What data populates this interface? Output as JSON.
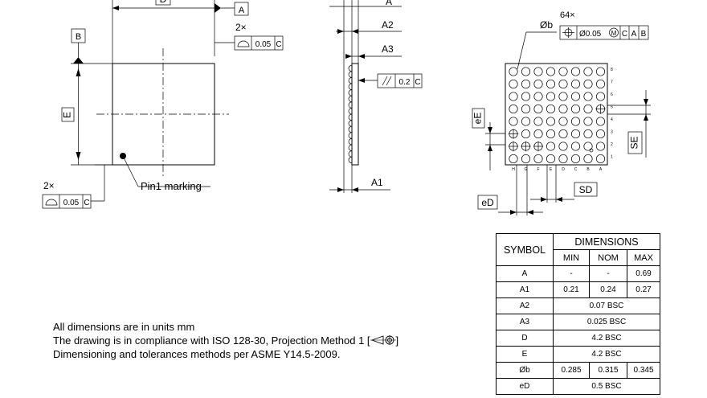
{
  "labels": {
    "datum_a": "A",
    "datum_b": "B",
    "dim_d": "D",
    "dim_e": "E",
    "qty_2x_top": "2×",
    "qty_2x_bottom": "2×",
    "flatness_tol_top": "0.05",
    "flatness_tol_bottom": "0.05",
    "flatness_ref_top": "C",
    "flatness_ref_bottom": "C",
    "pin1": "Pin1 marking",
    "side_a": "A",
    "side_a2": "A2",
    "side_a3": "A3",
    "side_a1": "A1",
    "parallel_tol": "0.2",
    "parallel_ref": "C",
    "ball_count": "64×",
    "ball_dia": "Øb",
    "pos_tol": "Ø0.05",
    "pos_mod": "M",
    "pos_ref_c": "C",
    "pos_ref_a": "A",
    "pos_ref_b": "B",
    "dim_ee": "eE",
    "dim_se": "SE",
    "dim_ed": "eD",
    "dim_sd": "SD",
    "row_numbers": [
      "8",
      "7",
      "6",
      "5",
      "4",
      "3",
      "2",
      "1"
    ],
    "col_letters": [
      "H",
      "G",
      "F",
      "E",
      "D",
      "C",
      "B",
      "A"
    ]
  },
  "notes": [
    "All dimensions are in units mm",
    "The drawing is in compliance with ISO 128-30, Projection Method 1 [",
    "Dimensioning and tolerances methods per ASME Y14.5-2009."
  ],
  "notes_suffix": "]",
  "table": {
    "header_symbol": "SYMBOL",
    "header_dimensions": "DIMENSIONS",
    "header_min": "MIN",
    "header_nom": "NOM",
    "header_max": "MAX",
    "rows": [
      {
        "symbol": "A",
        "min": "-",
        "nom": "-",
        "max": "0.69"
      },
      {
        "symbol": "A1",
        "min": "0.21",
        "nom": "0.24",
        "max": "0.27"
      },
      {
        "symbol": "A2",
        "span": "0.07 BSC"
      },
      {
        "symbol": "A3",
        "span": "0.025 BSC"
      },
      {
        "symbol": "D",
        "span": "4.2 BSC"
      },
      {
        "symbol": "E",
        "span": "4.2 BSC"
      },
      {
        "symbol": "Øb",
        "min": "0.285",
        "nom": "0.315",
        "max": "0.345"
      },
      {
        "symbol": "eD",
        "span": "0.5 BSC"
      }
    ]
  }
}
